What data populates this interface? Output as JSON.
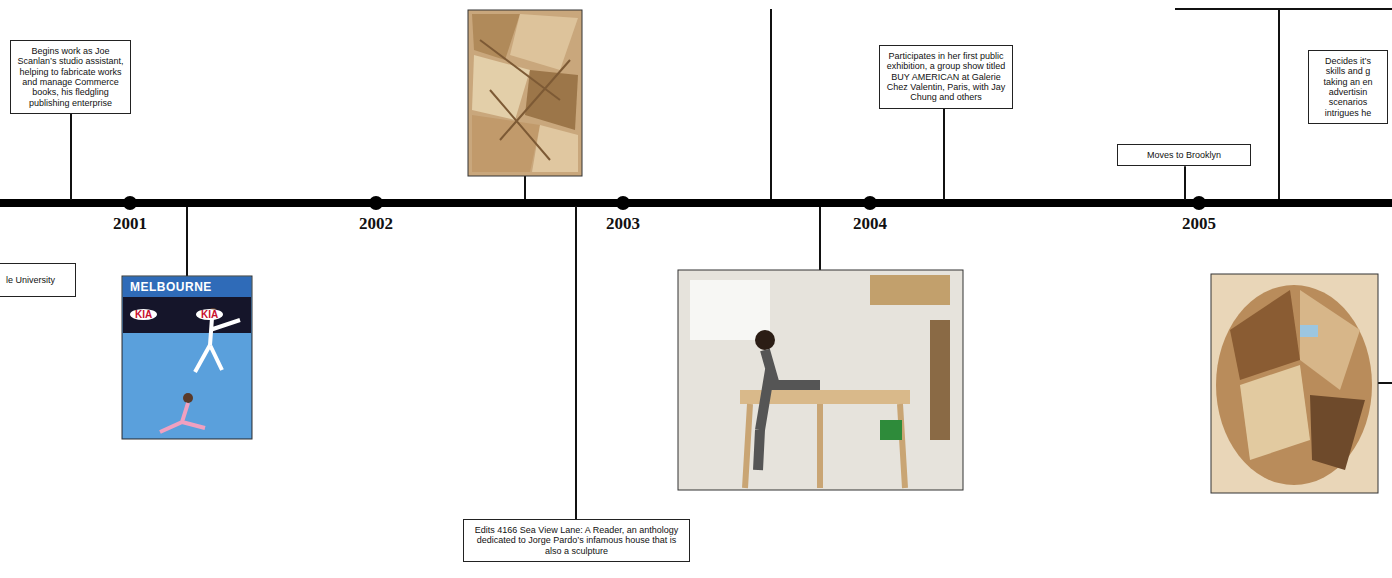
{
  "diagram": {
    "nodes": [
      {
        "text": [
          "Begins work as Joe Scanlan’s studio assistant, helping to fabricate works and manage Commerce books, his fledgling publishing enterprise"
        ]
      },
      {
        "text": [
          "le University"
        ]
      },
      {
        "text": [
          "Participates in her first public exhibition, a group show titled BUY AMERICAN at Galerie Chez Valentin, Paris, with Jay Chung and others"
        ]
      },
      {
        "text": [
          "Moves to Brooklyn"
        ]
      },
      {
        "text": [
          "Decides it’s skills and g taking an en advertisin scenarios intrigues he"
        ]
      },
      {
        "text": [
          "Edits 4166 Sea View Lane: A Reader, an anthology dedicated to Jorge Pardo’s infamous house that is also a sculpture"
        ]
      }
    ],
    "labels": [
      "2001",
      "2002",
      "2003",
      "2004",
      "2005",
      "MELBOURNE",
      "KIA",
      "KIA"
    ]
  }
}
